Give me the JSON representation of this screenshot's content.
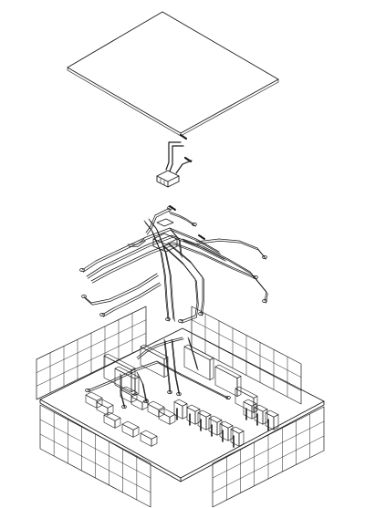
{
  "figure": {
    "background": "#ffffff",
    "line_color": "#1a1a1a",
    "layers": [
      {
        "id": "ceiling-slab",
        "label": ""
      },
      {
        "id": "air-handler",
        "label": ""
      },
      {
        "id": "duct-network",
        "label": ""
      },
      {
        "id": "floor-plate",
        "label": ""
      }
    ]
  }
}
